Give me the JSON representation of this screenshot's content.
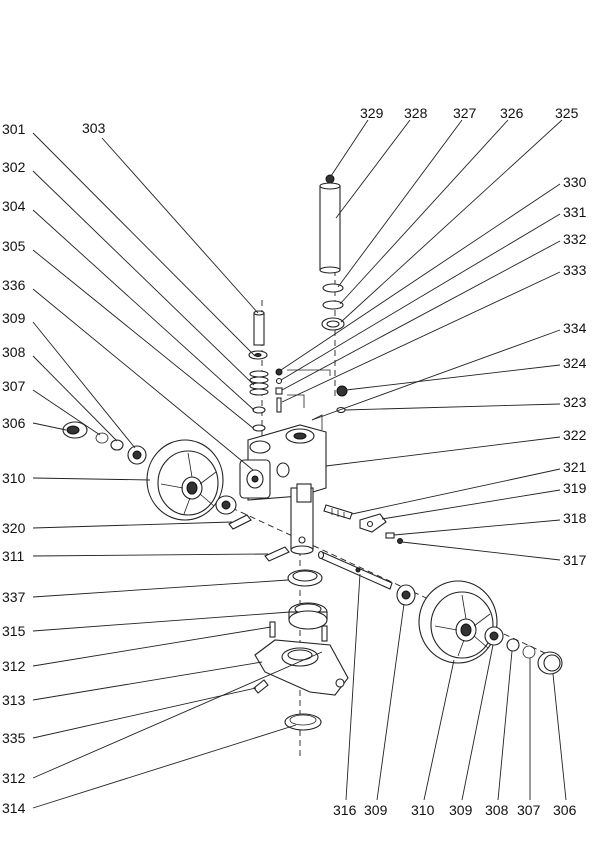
{
  "callouts": [
    {
      "id": "c301",
      "label": "301"
    },
    {
      "id": "c303",
      "label": "303"
    },
    {
      "id": "c302",
      "label": "302"
    },
    {
      "id": "c304",
      "label": "304"
    },
    {
      "id": "c305",
      "label": "305"
    },
    {
      "id": "c336",
      "label": "336"
    },
    {
      "id": "c309a",
      "label": "309"
    },
    {
      "id": "c308a",
      "label": "308"
    },
    {
      "id": "c307a",
      "label": "307"
    },
    {
      "id": "c306a",
      "label": "306"
    },
    {
      "id": "c310a",
      "label": "310"
    },
    {
      "id": "c320",
      "label": "320"
    },
    {
      "id": "c311",
      "label": "311"
    },
    {
      "id": "c337",
      "label": "337"
    },
    {
      "id": "c315",
      "label": "315"
    },
    {
      "id": "c312a",
      "label": "312"
    },
    {
      "id": "c313",
      "label": "313"
    },
    {
      "id": "c335",
      "label": "335"
    },
    {
      "id": "c312b",
      "label": "312"
    },
    {
      "id": "c314",
      "label": "314"
    },
    {
      "id": "c329",
      "label": "329"
    },
    {
      "id": "c328",
      "label": "328"
    },
    {
      "id": "c327",
      "label": "327"
    },
    {
      "id": "c326",
      "label": "326"
    },
    {
      "id": "c325",
      "label": "325"
    },
    {
      "id": "c330",
      "label": "330"
    },
    {
      "id": "c331",
      "label": "331"
    },
    {
      "id": "c332",
      "label": "332"
    },
    {
      "id": "c333",
      "label": "333"
    },
    {
      "id": "c334",
      "label": "334"
    },
    {
      "id": "c324",
      "label": "324"
    },
    {
      "id": "c323",
      "label": "323"
    },
    {
      "id": "c322",
      "label": "322"
    },
    {
      "id": "c321",
      "label": "321"
    },
    {
      "id": "c319",
      "label": "319"
    },
    {
      "id": "c318",
      "label": "318"
    },
    {
      "id": "c317",
      "label": "317"
    },
    {
      "id": "c316",
      "label": "316"
    },
    {
      "id": "c309b",
      "label": "309"
    },
    {
      "id": "c310b",
      "label": "310"
    },
    {
      "id": "c309c",
      "label": "309"
    },
    {
      "id": "c308b",
      "label": "308"
    },
    {
      "id": "c307b",
      "label": "307"
    },
    {
      "id": "c306b",
      "label": "306"
    }
  ]
}
